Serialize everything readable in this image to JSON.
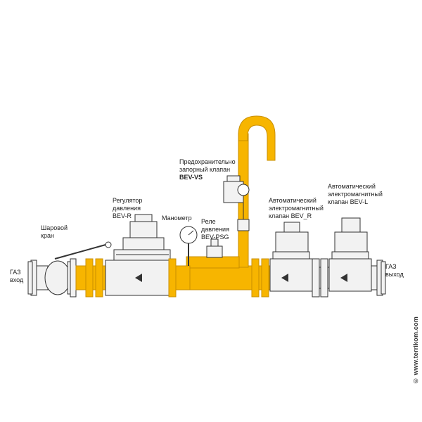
{
  "colors": {
    "pipe": "#f7b500",
    "pipe_stroke": "#c98f00",
    "equipment": "#f2f2f2",
    "outline": "#333333"
  },
  "labels": {
    "gas_in": "ГАЗ\nвход",
    "ball_valve": "Шаровой\nкран",
    "regulator": "Регулятор\nдавления\nBEV-R",
    "manometer": "Манометр",
    "pressure_relay": "Реле\nдавления\nBEV-PSG",
    "safety_valve_text": "Предохранительно\nзапорный клапан",
    "safety_valve_model": "BEV-VS",
    "auto_valve_r": "Автоматический\nэлектромагнитный\nклапан BEV_R",
    "auto_valve_l": "Автоматический\nэлектромагнитный\nклапан BEV-L",
    "gas_out": "ГАЗ\nвыход"
  },
  "watermark": "© www.terrikom.com",
  "icons": [
    "ball-valve-icon",
    "regulator-icon",
    "manometer-icon",
    "pressure-relay-icon",
    "safety-shutoff-valve-icon",
    "solenoid-valve-icon",
    "flange-icon"
  ]
}
